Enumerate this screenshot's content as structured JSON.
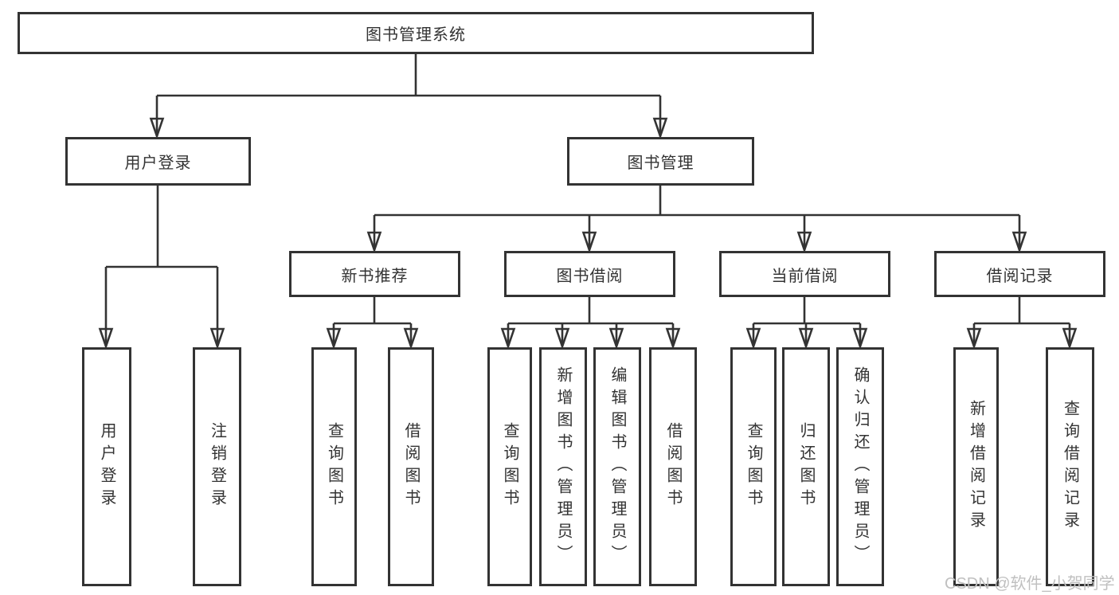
{
  "nodes": {
    "root": {
      "label": "图书管理系统"
    },
    "level2": [
      {
        "id": "user-login",
        "label": "用户登录"
      },
      {
        "id": "book-management",
        "label": "图书管理"
      }
    ],
    "level3": [
      {
        "id": "new-book-recommend",
        "parent": "book-management",
        "label": "新书推荐"
      },
      {
        "id": "book-borrowing",
        "parent": "book-management",
        "label": "图书借阅"
      },
      {
        "id": "current-borrowing",
        "parent": "book-management",
        "label": "当前借阅"
      },
      {
        "id": "borrowing-records",
        "parent": "book-management",
        "label": "借阅记录"
      }
    ],
    "leaves": [
      {
        "id": "user-login-leaf",
        "parent": "user-login",
        "label": "用户登录"
      },
      {
        "id": "logout",
        "parent": "user-login",
        "label": "注销登录"
      },
      {
        "id": "query-books-recommend",
        "parent": "new-book-recommend",
        "label": "查询图书"
      },
      {
        "id": "borrow-books-recommend",
        "parent": "new-book-recommend",
        "label": "借阅图书"
      },
      {
        "id": "query-books-borrowing",
        "parent": "book-borrowing",
        "label": "查询图书"
      },
      {
        "id": "add-books-admin",
        "parent": "book-borrowing",
        "label": "新增图书（管理员）"
      },
      {
        "id": "edit-books-admin",
        "parent": "book-borrowing",
        "label": "编辑图书（管理员）"
      },
      {
        "id": "borrow-books",
        "parent": "book-borrowing",
        "label": "借阅图书"
      },
      {
        "id": "query-books-current",
        "parent": "current-borrowing",
        "label": "查询图书"
      },
      {
        "id": "return-books",
        "parent": "current-borrowing",
        "label": "归还图书"
      },
      {
        "id": "confirm-return-admin",
        "parent": "current-borrowing",
        "label": "确认归还（管理员）"
      },
      {
        "id": "add-borrow-record",
        "parent": "borrowing-records",
        "label": "新增借阅记录"
      },
      {
        "id": "query-borrow-record",
        "parent": "borrowing-records",
        "label": "查询借阅记录"
      }
    ]
  },
  "watermark": {
    "text": "CSDN @软件_小贺同学"
  },
  "colors": {
    "line": "#333333",
    "box_border": "#333333",
    "text": "#333333",
    "background": "#ffffff",
    "watermark": "#c0c0c0"
  }
}
